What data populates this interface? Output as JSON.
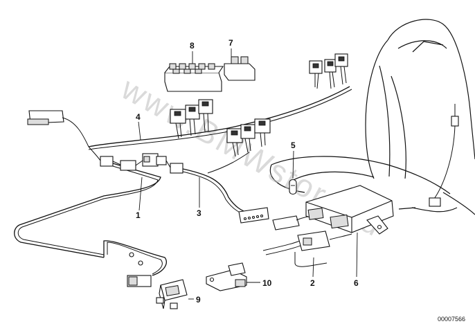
{
  "diagram": {
    "callouts": {
      "c1": "1",
      "c2": "2",
      "c3": "3",
      "c4": "4",
      "c5": "5",
      "c6": "6",
      "c7": "7",
      "c8": "8",
      "c9": "9",
      "c10": "10"
    },
    "document_number": "00007566",
    "watermark": "www.BMWstore.ru",
    "colors": {
      "line": "#111111",
      "watermark": "#bdbdbd",
      "background": "#ffffff"
    }
  }
}
